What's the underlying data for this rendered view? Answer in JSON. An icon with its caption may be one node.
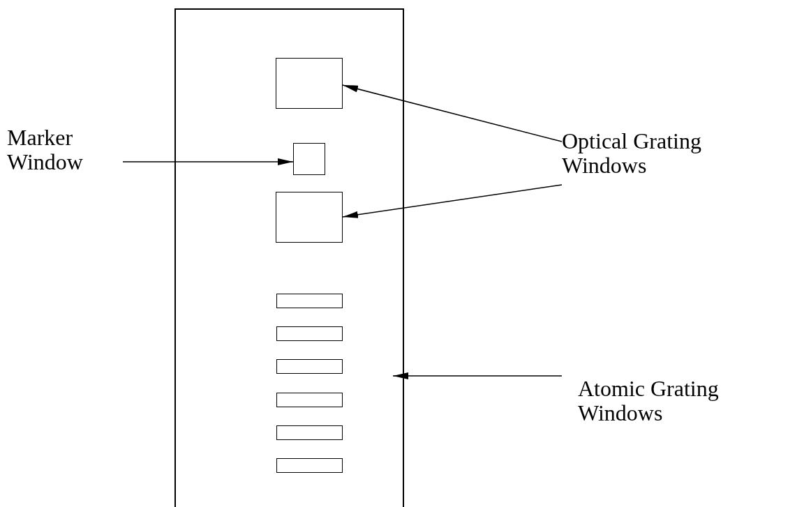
{
  "diagram": {
    "nodes": [
      {
        "text": [],
        "shape": "box"
      },
      {
        "text": [],
        "shape": "box",
        "in": 0
      },
      {
        "text": [],
        "shape": "box",
        "in": 0
      },
      {
        "text": [],
        "shape": "box",
        "in": 0
      },
      {
        "text": [],
        "shape": "box",
        "in": 0
      },
      {
        "text": [],
        "shape": "box",
        "in": 0
      },
      {
        "text": [],
        "shape": "box",
        "in": 0
      },
      {
        "text": [],
        "shape": "box",
        "in": 0
      },
      {
        "text": [],
        "shape": "box",
        "in": 0
      },
      {
        "text": [],
        "shape": "box",
        "in": 0
      },
      {
        "text": [
          "Marker Window"
        ]
      },
      {
        "text": [
          "Optical Grating Windows"
        ]
      },
      {
        "text": [
          "Atomic Grating Windows"
        ]
      }
    ],
    "edges": [
      {
        "from": 10,
        "to": 2,
        "arrow": "to"
      },
      {
        "from": 11,
        "to": 1,
        "arrow": "to"
      },
      {
        "from": 11,
        "to": 3,
        "arrow": "to"
      },
      {
        "from": 12,
        "to": 0,
        "arrow": "to"
      }
    ]
  }
}
